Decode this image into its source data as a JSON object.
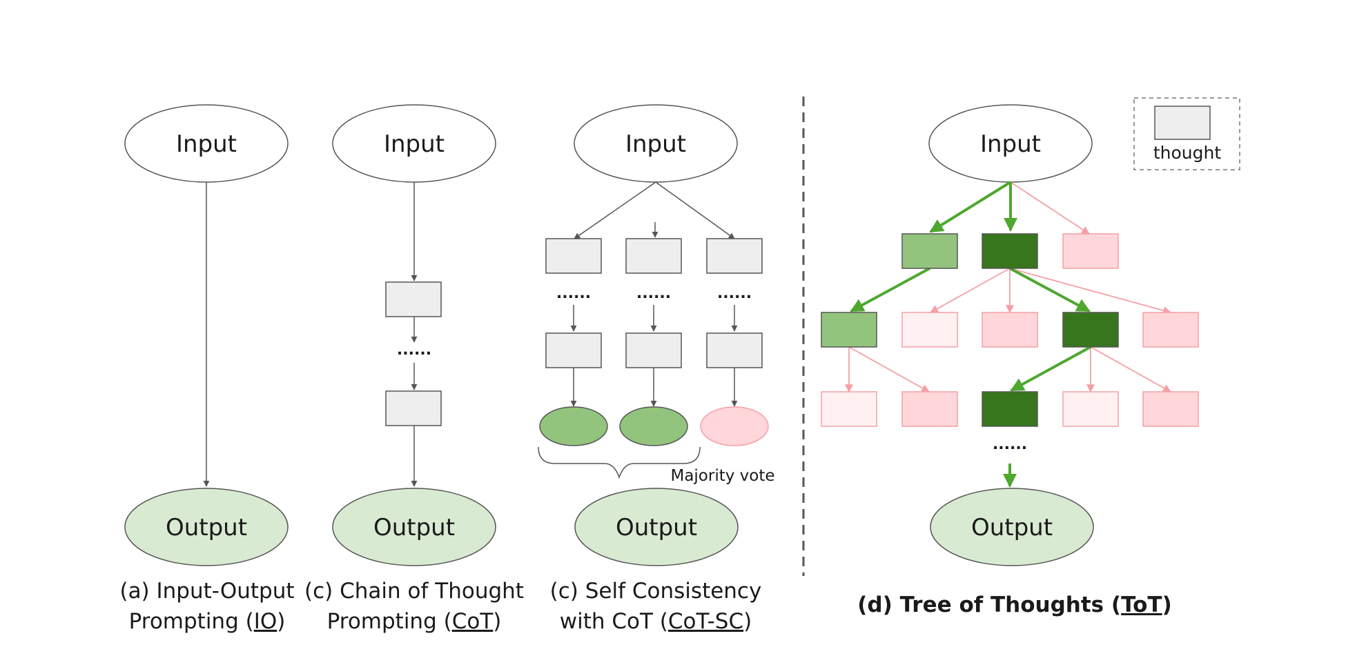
{
  "nodes": {
    "input": "Input",
    "output": "Output",
    "ellipsis": "......",
    "majority_vote": "Majority vote",
    "legend_thought": "thought"
  },
  "captions": {
    "io": {
      "line1": "(a) Input-Output",
      "line2_pre": "Prompting (",
      "line2_abbr": "IO",
      "line2_post": ")"
    },
    "cot": {
      "line1": "(c) Chain of Thought",
      "line2_pre": "Prompting (",
      "line2_abbr": "CoT",
      "line2_post": ")"
    },
    "cotsc": {
      "line1": "(c) Self Consistency",
      "line2_pre": "with CoT (",
      "line2_abbr": "CoT-SC",
      "line2_post": ")"
    },
    "tot": {
      "pre": "(d) Tree of Thoughts (",
      "abbr": "ToT",
      "post": ")"
    }
  },
  "colors": {
    "ellipse_stroke": "#555555",
    "output_fill": "#d9ead3",
    "thought_fill": "#eeeeee",
    "green_light": "#93c47d",
    "green_dark": "#38761d",
    "pink_fill": "#ffd6d9",
    "pink_light_fill": "#fff1f2",
    "pink_stroke": "#f4a0a6",
    "green_arrow": "#4ea72e"
  }
}
